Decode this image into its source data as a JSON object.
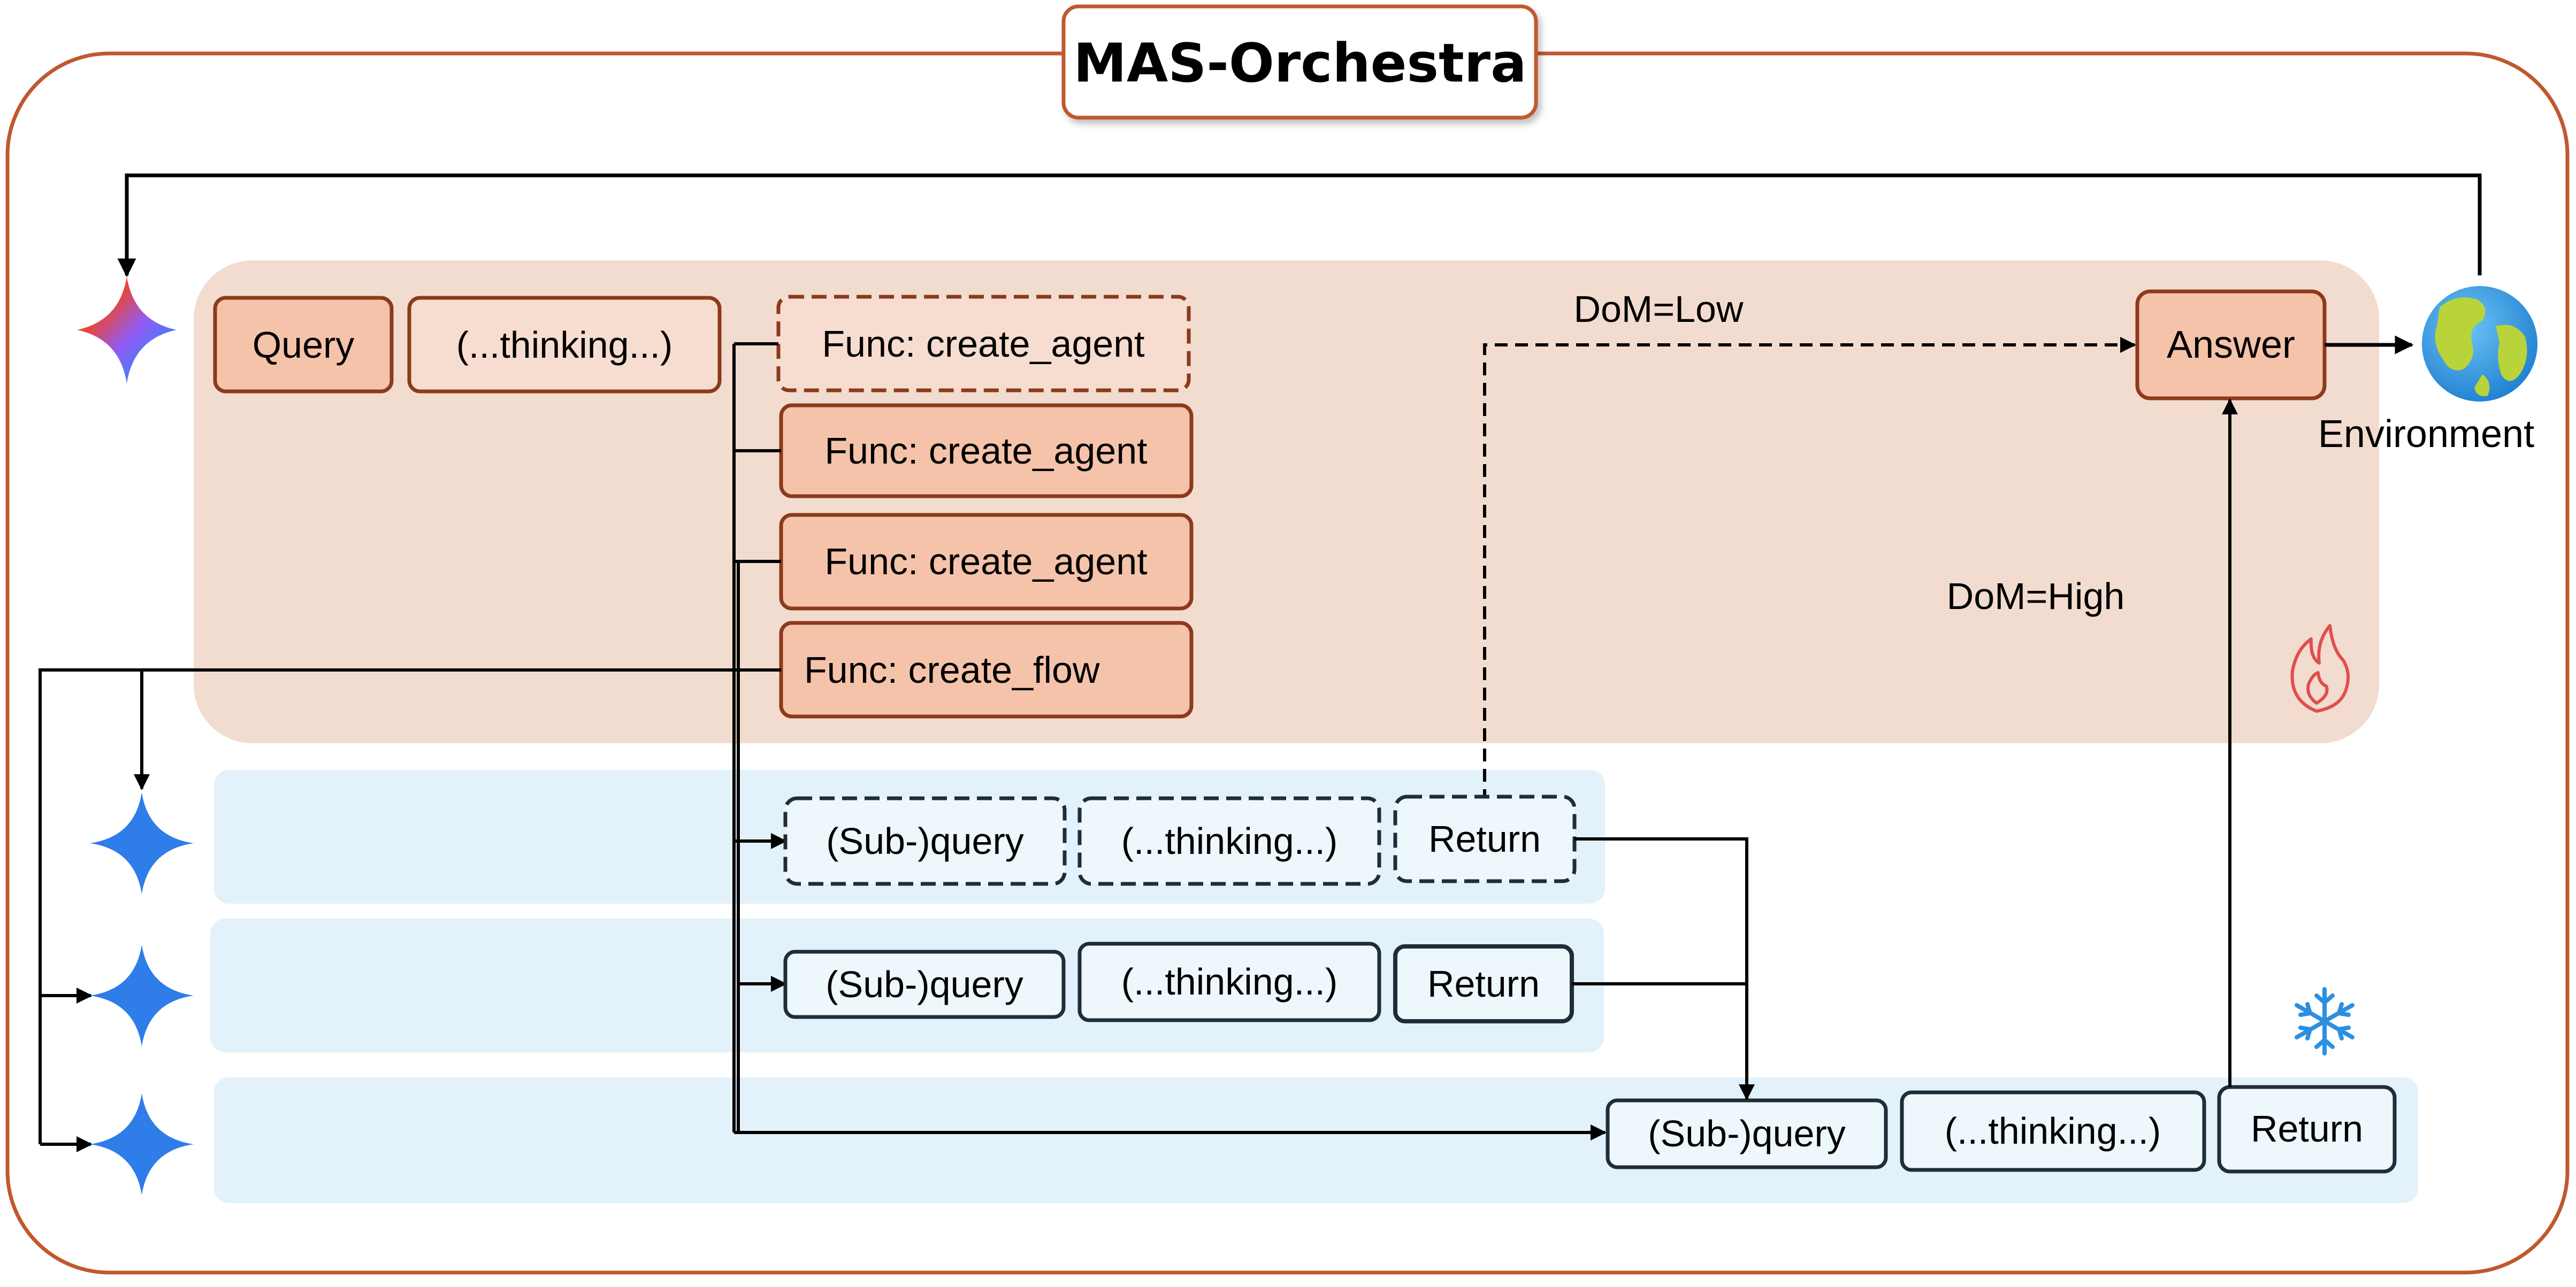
{
  "title": "MAS-Orchestra",
  "colors": {
    "frame": "#c0582f",
    "orchestrator_panel": "#f2dccf",
    "orange_box_fill": "#f5c3aa",
    "orange_box_stroke": "#8c3a1b",
    "subagent_panel": "#e2f1fa",
    "subagent_box_stroke": "#1f2d38",
    "subagent_box_fill": "#eef7fc",
    "agent_star": "#2e7de8",
    "flame": "#e04e4e",
    "snowflake": "#2c8fe0"
  },
  "icons": {
    "orchestrator": "gemini-star-icon",
    "subagent": "blue-star-icon",
    "environment": "globe-icon",
    "trainable": "flame-icon",
    "frozen": "snowflake-icon"
  },
  "orchestrator": {
    "query": "Query",
    "thinking": "(...thinking...)",
    "calls": [
      "Func: create_agent",
      "Func: create_agent",
      "Func: create_agent",
      "Func: create_flow"
    ],
    "answer": "Answer"
  },
  "environment": {
    "label": "Environment"
  },
  "edges": {
    "dom_low": "DoM=Low",
    "dom_high": "DoM=High"
  },
  "subagents": [
    {
      "subquery": "(Sub-)query",
      "thinking": "(...thinking...)",
      "return": "Return",
      "dashed": true
    },
    {
      "subquery": "(Sub-)query",
      "thinking": "(...thinking...)",
      "return": "Return",
      "dashed": false
    },
    {
      "subquery": "(Sub-)query",
      "thinking": "(...thinking...)",
      "return": "Return",
      "dashed": false
    }
  ]
}
